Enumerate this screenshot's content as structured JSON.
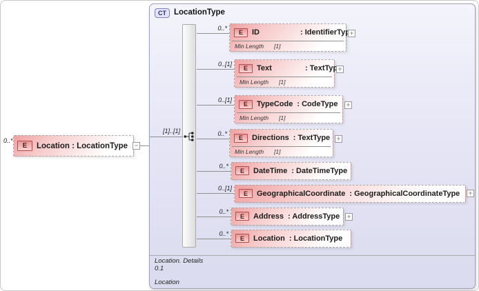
{
  "root_element": {
    "cardinality": "0..*",
    "badge": "E",
    "label": "Location : LocationType",
    "collapse_glyph": "−"
  },
  "complex_type": {
    "badge": "CT",
    "title": "LocationType",
    "group_cardinality": "[1]..[1]",
    "expand_glyph": "+",
    "children": [
      {
        "cardinality": "0..*",
        "badge": "E",
        "name": "ID",
        "type": ": IdentifierType",
        "facet_label": "Min Length",
        "facet_value": "[1]"
      },
      {
        "cardinality": "0..[1]",
        "badge": "E",
        "name": "Text",
        "type": ": TextType",
        "facet_label": "Min Length",
        "facet_value": "[1]"
      },
      {
        "cardinality": "0..[1]",
        "badge": "E",
        "name": "TypeCode",
        "type": ": CodeType",
        "facet_label": "Min Length",
        "facet_value": "[1]"
      },
      {
        "cardinality": "0..*",
        "badge": "E",
        "name": "Directions",
        "type": ": TextType",
        "facet_label": "Min Length",
        "facet_value": "[1]"
      },
      {
        "cardinality": "0..*",
        "badge": "E",
        "name": "DateTime",
        "type": ": DateTimeType"
      },
      {
        "cardinality": "0..[1]",
        "badge": "E",
        "name": "GeographicalCoordinate",
        "type": ": GeographicalCoordinateType"
      },
      {
        "cardinality": "0..*",
        "badge": "E",
        "name": "Address",
        "type": ": AddressType"
      },
      {
        "cardinality": "0..*",
        "badge": "E",
        "name": "Location",
        "type": ": LocationType"
      }
    ],
    "footer": {
      "line1": "Location. Details",
      "line2": "0.1",
      "line3": "Location"
    }
  },
  "colors": {
    "element_pink": "#efa0a0",
    "element_border_red": "#b34d4d",
    "container_lavender": "#e6e6f6",
    "ct_badge_border": "#7d7dc1",
    "connector_gray": "#8f8f8f"
  }
}
